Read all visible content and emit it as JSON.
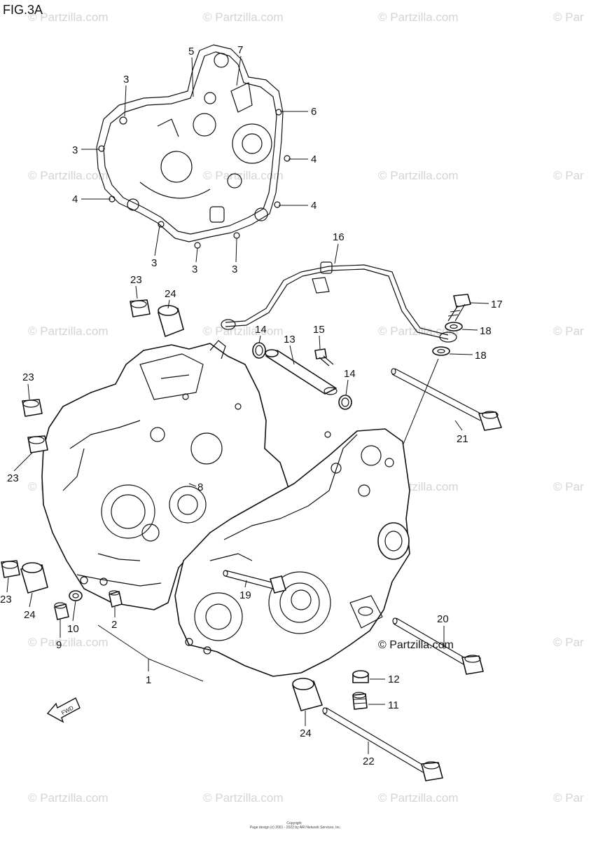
{
  "figure_title": "FIG.3A",
  "copyright_mark": "© Partzilla.com",
  "watermark_text": "© Partzilla.com",
  "watermark_partial": "© Par",
  "footer": {
    "line1": "Copyright",
    "line2": "Page design (c) 2001 - 2022 by ARI Network Services, Inc."
  },
  "fwd_label": "FWD",
  "callouts": {
    "c1": "1",
    "c2": "2",
    "c3a": "3",
    "c3b": "3",
    "c3c": "3",
    "c3d": "3",
    "c3e": "3",
    "c4a": "4",
    "c4b": "4",
    "c4c": "4",
    "c5": "5",
    "c6": "6",
    "c7": "7",
    "c8": "8",
    "c9": "9",
    "c10": "10",
    "c11": "11",
    "c12": "12",
    "c13": "13",
    "c14a": "14",
    "c14b": "14",
    "c15": "15",
    "c16": "16",
    "c17": "17",
    "c18a": "18",
    "c18b": "18",
    "c19": "19",
    "c20": "20",
    "c21": "21",
    "c22": "22",
    "c23a": "23",
    "c23b": "23",
    "c23c": "23",
    "c23d": "23",
    "c24a": "24",
    "c24b": "24",
    "c24c": "24"
  }
}
